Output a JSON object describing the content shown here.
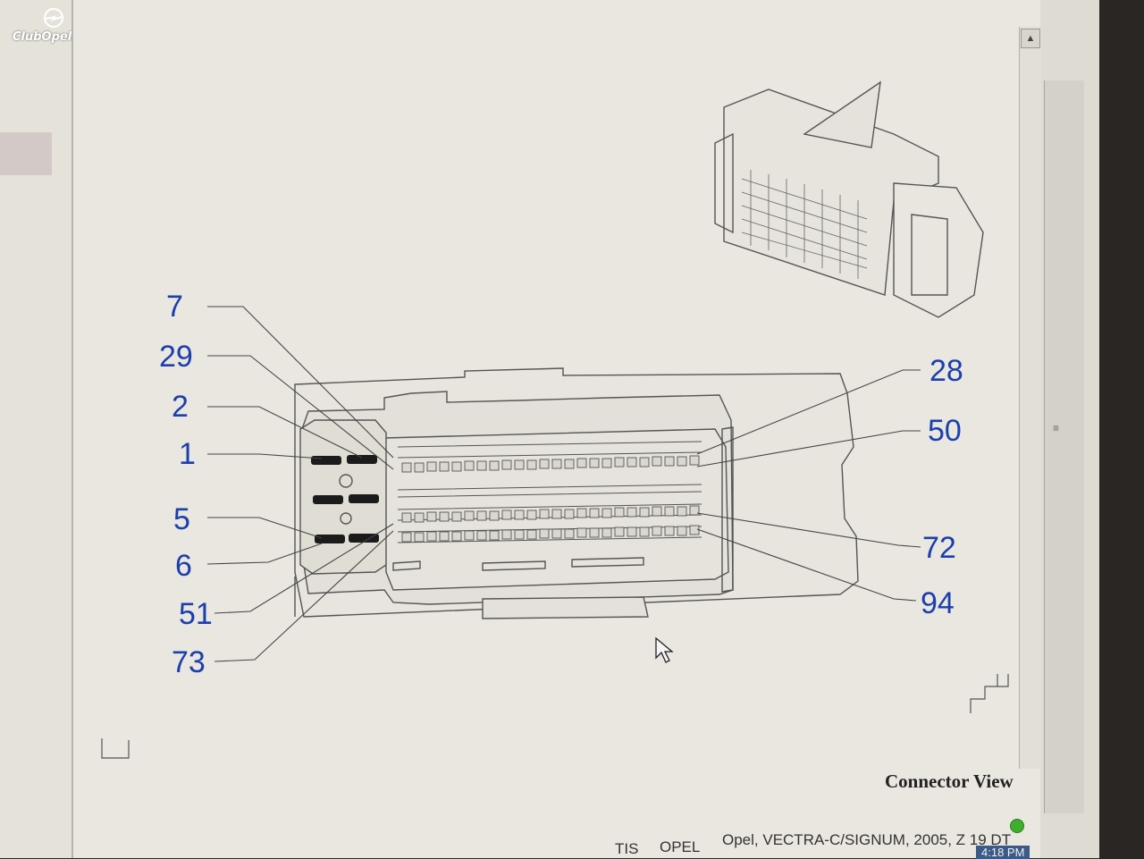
{
  "logo": {
    "text": "ClubOpel.com"
  },
  "diagram": {
    "left_pin_labels": [
      "7",
      "29",
      "2",
      "1",
      "5",
      "6",
      "51",
      "73"
    ],
    "right_pin_labels": [
      "28",
      "50",
      "72",
      "94"
    ],
    "caption": "Connector View"
  },
  "taskbar": {
    "app": "TIS",
    "brand": "OPEL",
    "vehicle": "Opel, VECTRA-C/SIGNUM, 2005, Z 19 DT",
    "clock": "4:18 PM"
  },
  "icons": {
    "scroll_up": "triangle-up-icon",
    "status": "green-status-icon",
    "cursor": "mouse-pointer-icon"
  },
  "colors": {
    "label_blue": "#1c3fae",
    "status_green": "#3fae2e"
  }
}
